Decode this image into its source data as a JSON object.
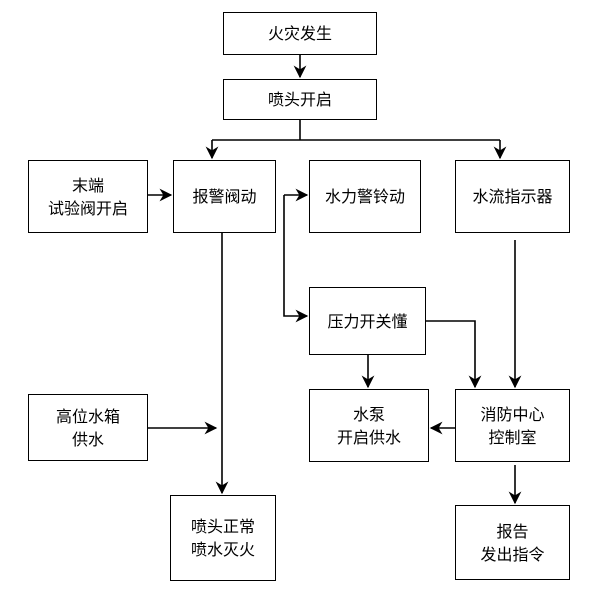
{
  "nodes": {
    "fire": "火灾发生",
    "sprinkler_open": "喷头开启",
    "end_test_valve": "末端\n试验阀开启",
    "alarm_valve": "报警阀动",
    "water_bell": "水力警铃动",
    "flow_indicator": "水流指示器",
    "pressure_switch": "压力开关懂",
    "high_tank": "高位水箱\n供水",
    "pump": "水泵\n开启供水",
    "control_center": "消防中心\n控制室",
    "sprinkler_normal": "喷头正常\n喷水灭火",
    "report": "报告\n发出指令"
  },
  "edges": [
    {
      "from": "fire",
      "to": "sprinkler_open"
    },
    {
      "from": "sprinkler_open",
      "to": "alarm_valve"
    },
    {
      "from": "sprinkler_open",
      "to": "flow_indicator"
    },
    {
      "from": "end_test_valve",
      "to": "alarm_valve"
    },
    {
      "from": "alarm_valve",
      "to": "water_bell"
    },
    {
      "from": "alarm_valve",
      "to": "pressure_switch"
    },
    {
      "from": "alarm_valve",
      "to": "sprinkler_normal"
    },
    {
      "from": "high_tank",
      "to": "sprinkler_normal"
    },
    {
      "from": "flow_indicator",
      "to": "control_center"
    },
    {
      "from": "pressure_switch",
      "to": "pump"
    },
    {
      "from": "pressure_switch",
      "to": "control_center"
    },
    {
      "from": "control_center",
      "to": "pump"
    },
    {
      "from": "control_center",
      "to": "report"
    }
  ]
}
